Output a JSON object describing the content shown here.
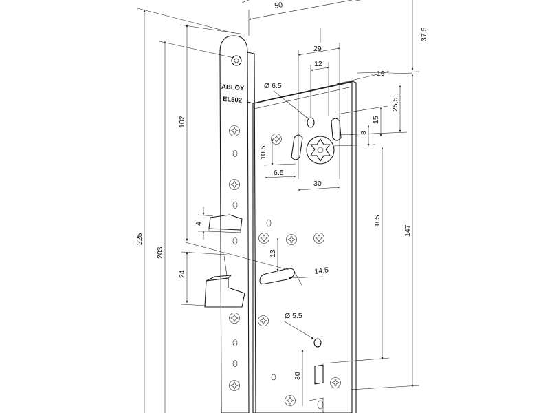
{
  "brand": {
    "name": "ABLOY",
    "model": "EL502"
  },
  "dimensions": {
    "d50": "50",
    "d37_5": "37,5",
    "d29": "29",
    "d12": "12",
    "d19": "19",
    "hole_6_5": "Ø 6.5",
    "d25_5": "25,5",
    "d15": "15",
    "d8": "8",
    "d10_5": "10.5",
    "d6_5": "6.5",
    "d30_top": "30",
    "d102": "102",
    "d225": "225",
    "d203": "203",
    "d105": "105",
    "d147": "147",
    "d4": "4",
    "d13": "13",
    "d14_5": "14,5",
    "d24": "24",
    "hole_5_5": "Ø 5.5",
    "d30_bottom": "30"
  },
  "colors": {
    "line": "#1a1a1a",
    "background": "#ffffff",
    "face": "#f4f4f4"
  }
}
